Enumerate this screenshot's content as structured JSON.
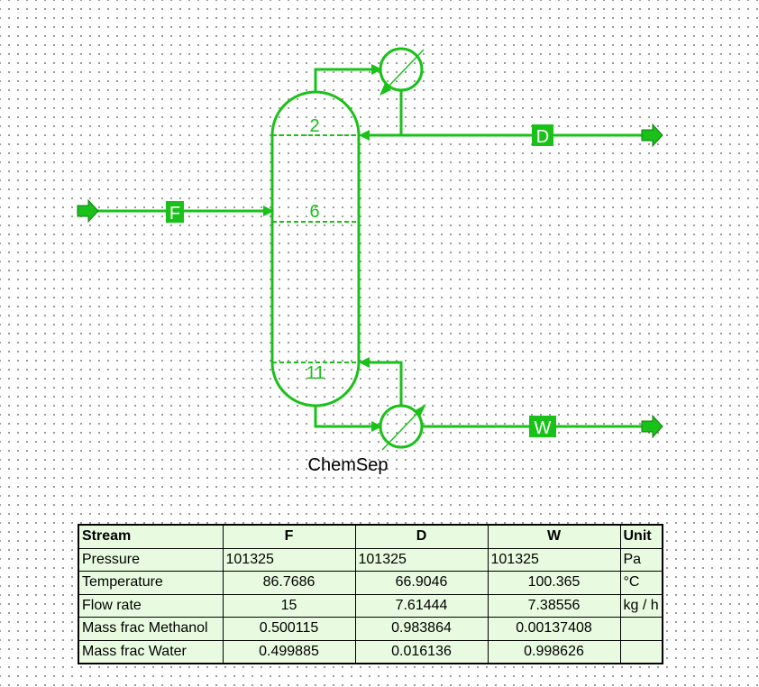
{
  "colors": {
    "equipment": "#19c119",
    "tag_fill": "#19c119",
    "table_background": "#e8fbe0",
    "grid_dot": "#8a8a8a"
  },
  "flowsheet": {
    "unit_name": "ChemSep",
    "stage_labels": [
      "2",
      "6",
      "11"
    ],
    "streams": {
      "feed": "F",
      "distillate": "D",
      "bottoms": "W"
    }
  },
  "table": {
    "headers": [
      "Stream",
      "F",
      "D",
      "W",
      "Unit"
    ],
    "rows": [
      {
        "name": "Pressure",
        "values": [
          "101325",
          "101325",
          "101325"
        ],
        "unit": "Pa",
        "align": "left"
      },
      {
        "name": "Temperature",
        "values": [
          "86.7686",
          "66.9046",
          "100.365"
        ],
        "unit": "°C",
        "align": "center"
      },
      {
        "name": "Flow rate",
        "values": [
          "15",
          "7.61444",
          "7.38556"
        ],
        "unit": "kg / h",
        "align": "center"
      },
      {
        "name": "Mass frac Methanol",
        "values": [
          "0.500115",
          "0.983864",
          "0.00137408"
        ],
        "unit": "",
        "align": "center"
      },
      {
        "name": "Mass frac Water",
        "values": [
          "0.499885",
          "0.016136",
          "0.998626"
        ],
        "unit": "",
        "align": "center"
      }
    ]
  }
}
